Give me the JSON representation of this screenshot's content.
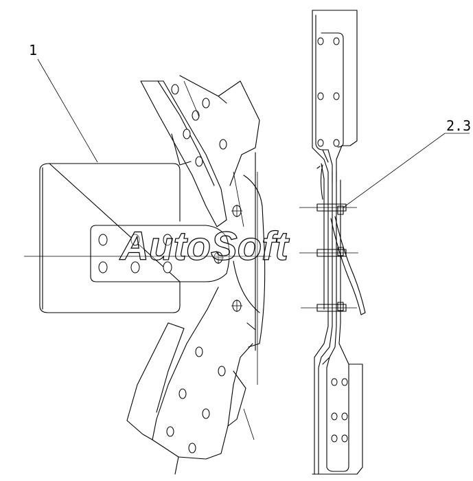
{
  "callouts": {
    "part1": "1",
    "part23": "2.3"
  },
  "watermark": "AutoSoft"
}
